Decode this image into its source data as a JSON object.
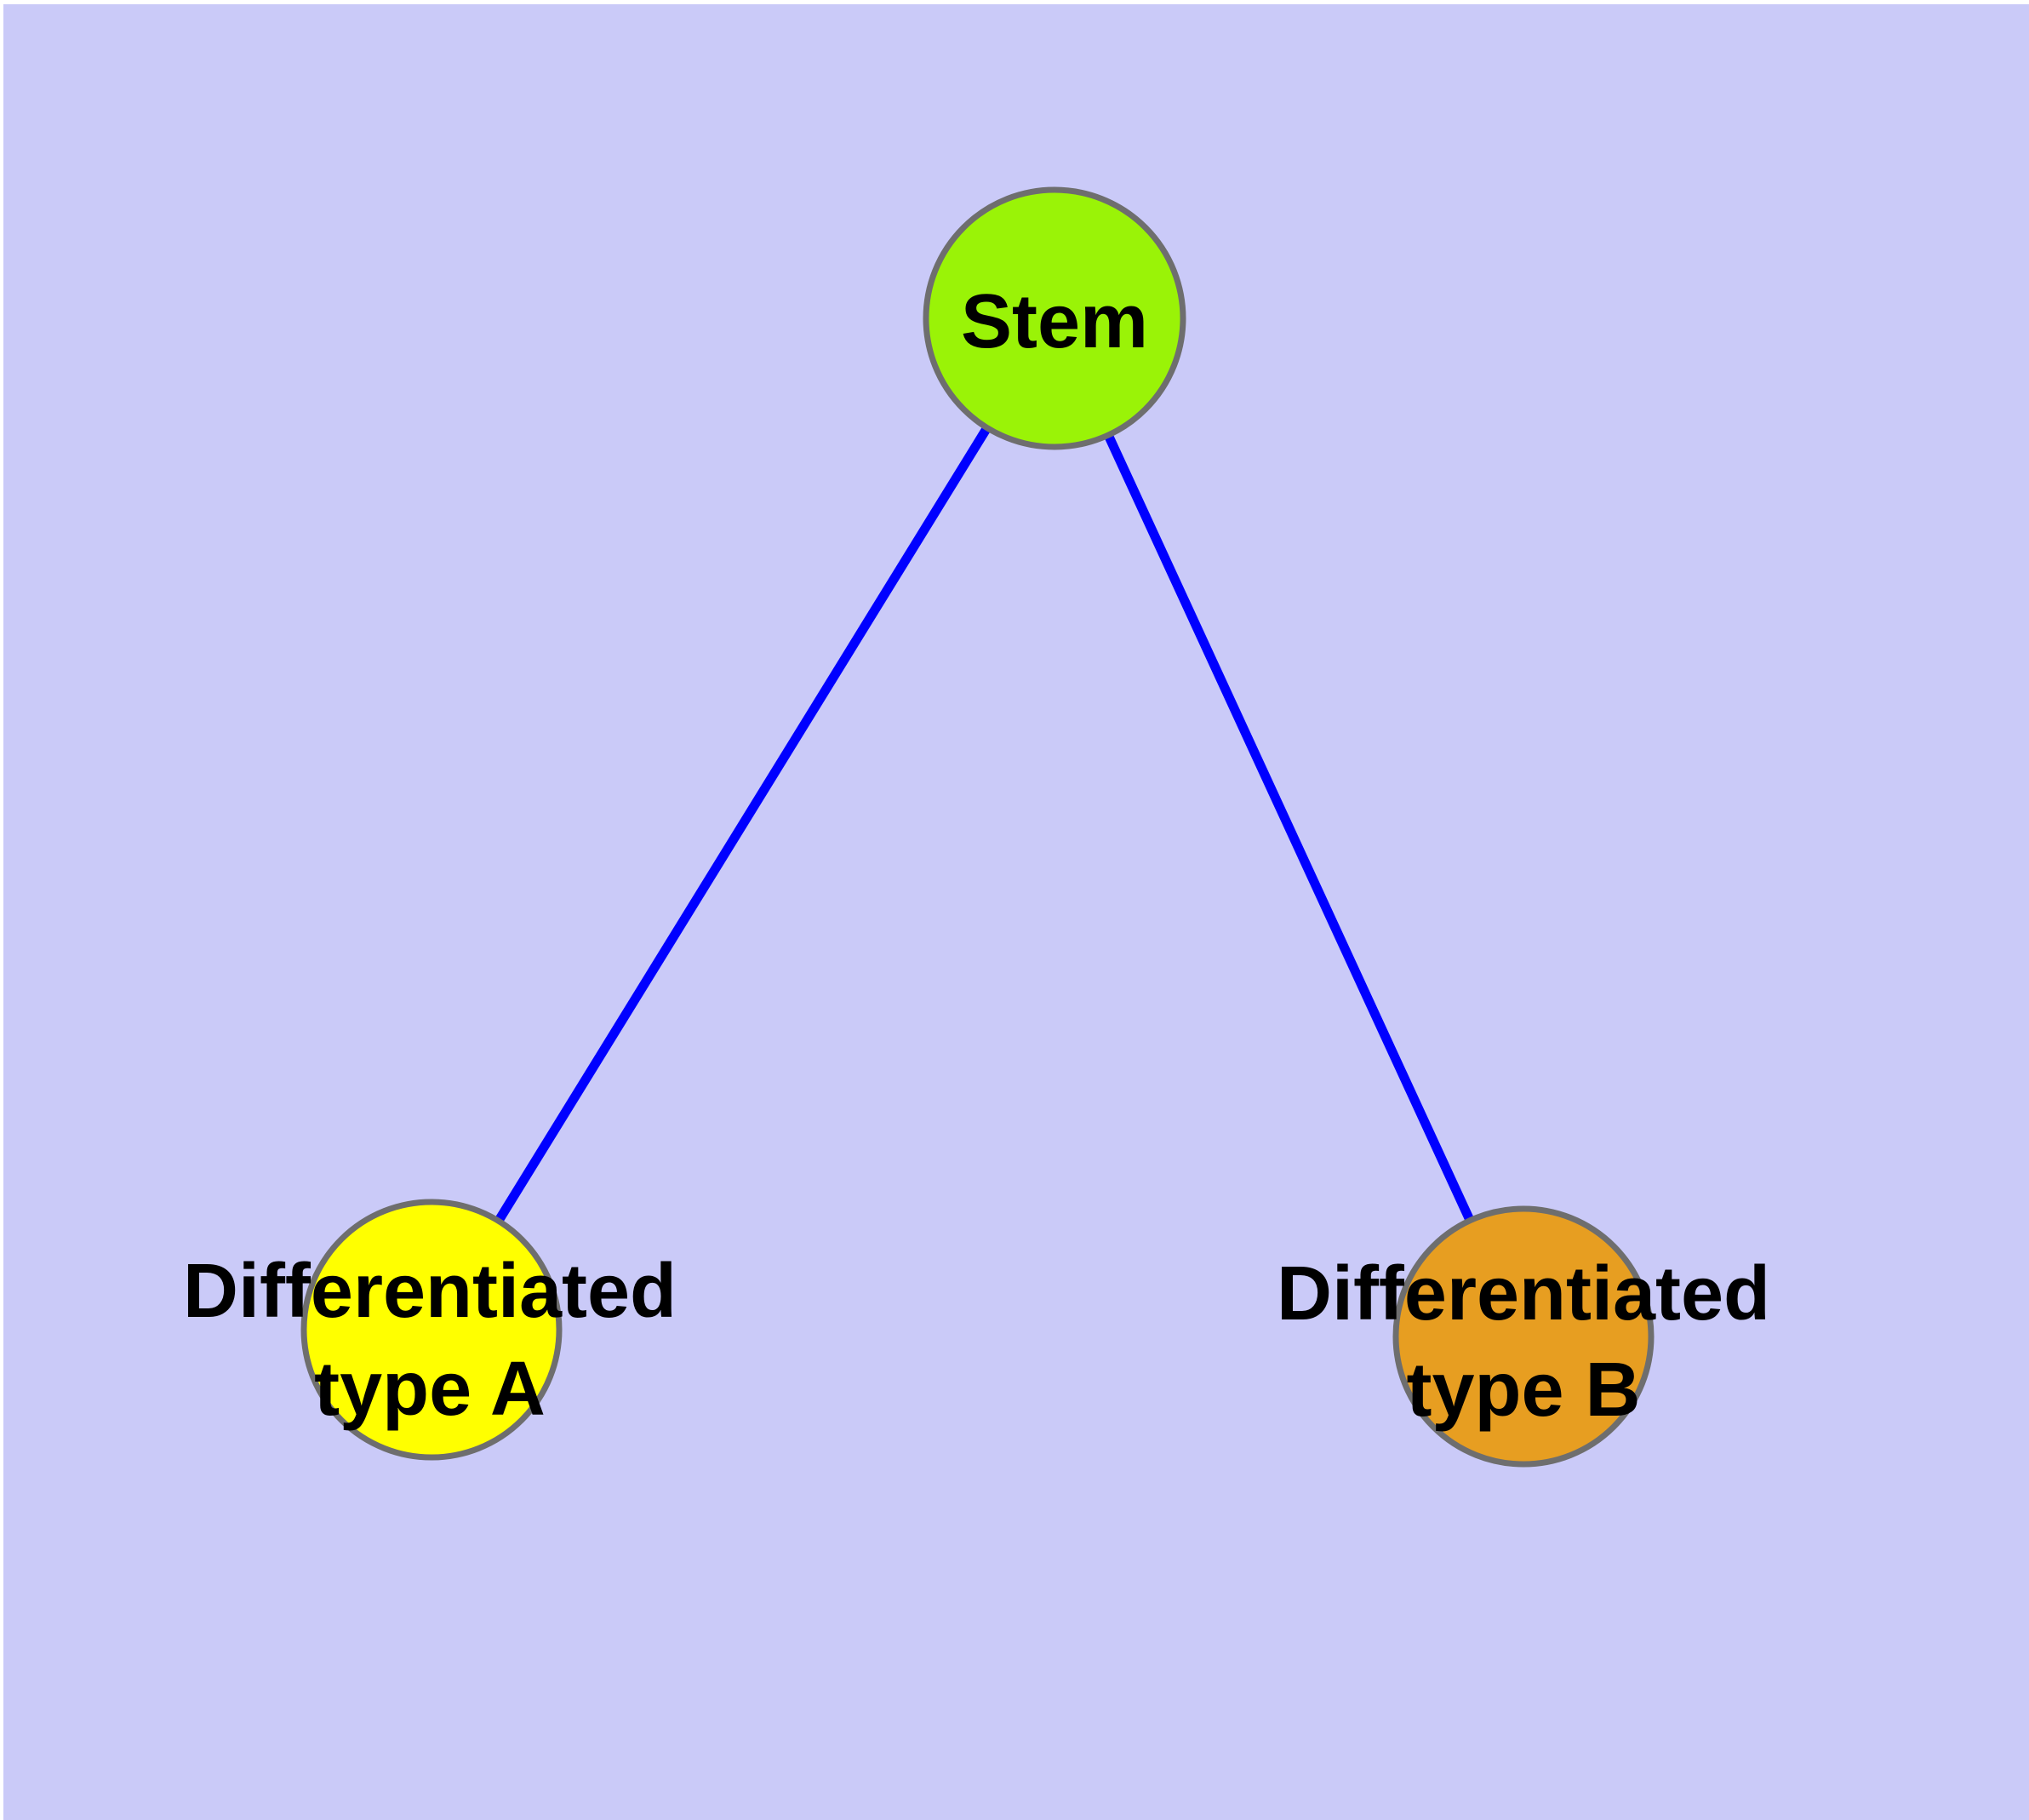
{
  "panel": {
    "background_color": "#CACAF8",
    "frame_color": "#FFFFFF"
  },
  "diagram": {
    "type": "node-link-graph",
    "description": "Stem cell differentiation hierarchy",
    "edge_color": "#0000FF",
    "node_border_color": "#6E6E6E",
    "label_color": "#000000",
    "nodes": [
      {
        "id": "stem",
        "label": "Stem",
        "color": "#9AF307"
      },
      {
        "id": "differentiated-a",
        "label_line1": "Differentiated",
        "label_line2": "type A",
        "color": "#FFFF00"
      },
      {
        "id": "differentiated-b",
        "label_line1": "Differentiated",
        "label_line2": "type B",
        "color": "#E79E21"
      }
    ],
    "edges": [
      {
        "from": "Stem",
        "to": "Differentiated type A"
      },
      {
        "from": "Stem",
        "to": "Differentiated type B"
      }
    ]
  }
}
